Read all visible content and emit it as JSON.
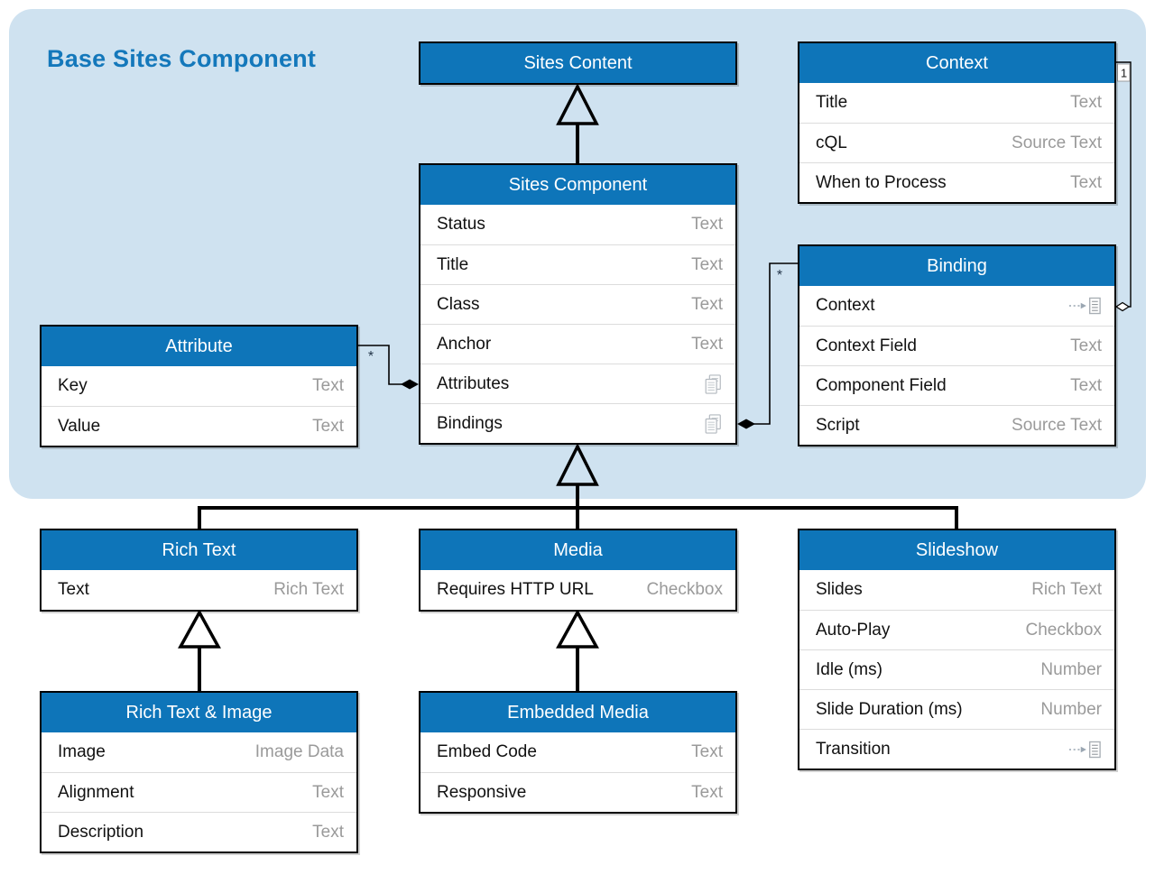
{
  "page": {
    "title": "Base Sites Component"
  },
  "colors": {
    "panel_bg": "#cfe2f0",
    "header_blue": "#0e75b9",
    "title_blue": "#1478bb",
    "type_gray": "#9a9a9a",
    "line_black": "#000000"
  },
  "entities": {
    "sites_content": {
      "title": "Sites Content",
      "fields": []
    },
    "context": {
      "title": "Context",
      "fields": [
        {
          "label": "Title",
          "type": "Text"
        },
        {
          "label": "cQL",
          "type": "Source Text"
        },
        {
          "label": "When to Process",
          "type": "Text"
        }
      ]
    },
    "sites_component": {
      "title": "Sites Component",
      "fields": [
        {
          "label": "Status",
          "type": "Text"
        },
        {
          "label": "Title",
          "type": "Text"
        },
        {
          "label": "Class",
          "type": "Text"
        },
        {
          "label": "Anchor",
          "type": "Text"
        },
        {
          "label": "Attributes",
          "type_icon": "pages-icon"
        },
        {
          "label": "Bindings",
          "type_icon": "pages-icon"
        }
      ]
    },
    "attribute": {
      "title": "Attribute",
      "fields": [
        {
          "label": "Key",
          "type": "Text"
        },
        {
          "label": "Value",
          "type": "Text"
        }
      ]
    },
    "binding": {
      "title": "Binding",
      "fields": [
        {
          "label": "Context",
          "type_icon": "reference-icon"
        },
        {
          "label": "Context Field",
          "type": "Text"
        },
        {
          "label": "Component Field",
          "type": "Text"
        },
        {
          "label": "Script",
          "type": "Source Text"
        }
      ]
    },
    "rich_text": {
      "title": "Rich Text",
      "fields": [
        {
          "label": "Text",
          "type": "Rich Text"
        }
      ]
    },
    "media": {
      "title": "Media",
      "fields": [
        {
          "label": "Requires HTTP URL",
          "type": "Checkbox"
        }
      ]
    },
    "slideshow": {
      "title": "Slideshow",
      "fields": [
        {
          "label": "Slides",
          "type": "Rich Text"
        },
        {
          "label": "Auto-Play",
          "type": "Checkbox"
        },
        {
          "label": "Idle (ms)",
          "type": "Number"
        },
        {
          "label": "Slide Duration (ms)",
          "type": "Number"
        },
        {
          "label": "Transition",
          "type_icon": "reference-icon"
        }
      ]
    },
    "rich_text_image": {
      "title": "Rich Text & Image",
      "fields": [
        {
          "label": "Image",
          "type": "Image Data"
        },
        {
          "label": "Alignment",
          "type": "Text"
        },
        {
          "label": "Description",
          "type": "Text"
        }
      ]
    },
    "embedded_media": {
      "title": "Embedded Media",
      "fields": [
        {
          "label": "Embed Code",
          "type": "Text"
        },
        {
          "label": "Responsive",
          "type": "Text"
        }
      ]
    }
  },
  "multiplicities": {
    "attribute_to_component": "*",
    "binding_to_component": "*",
    "binding_to_context": "1"
  }
}
